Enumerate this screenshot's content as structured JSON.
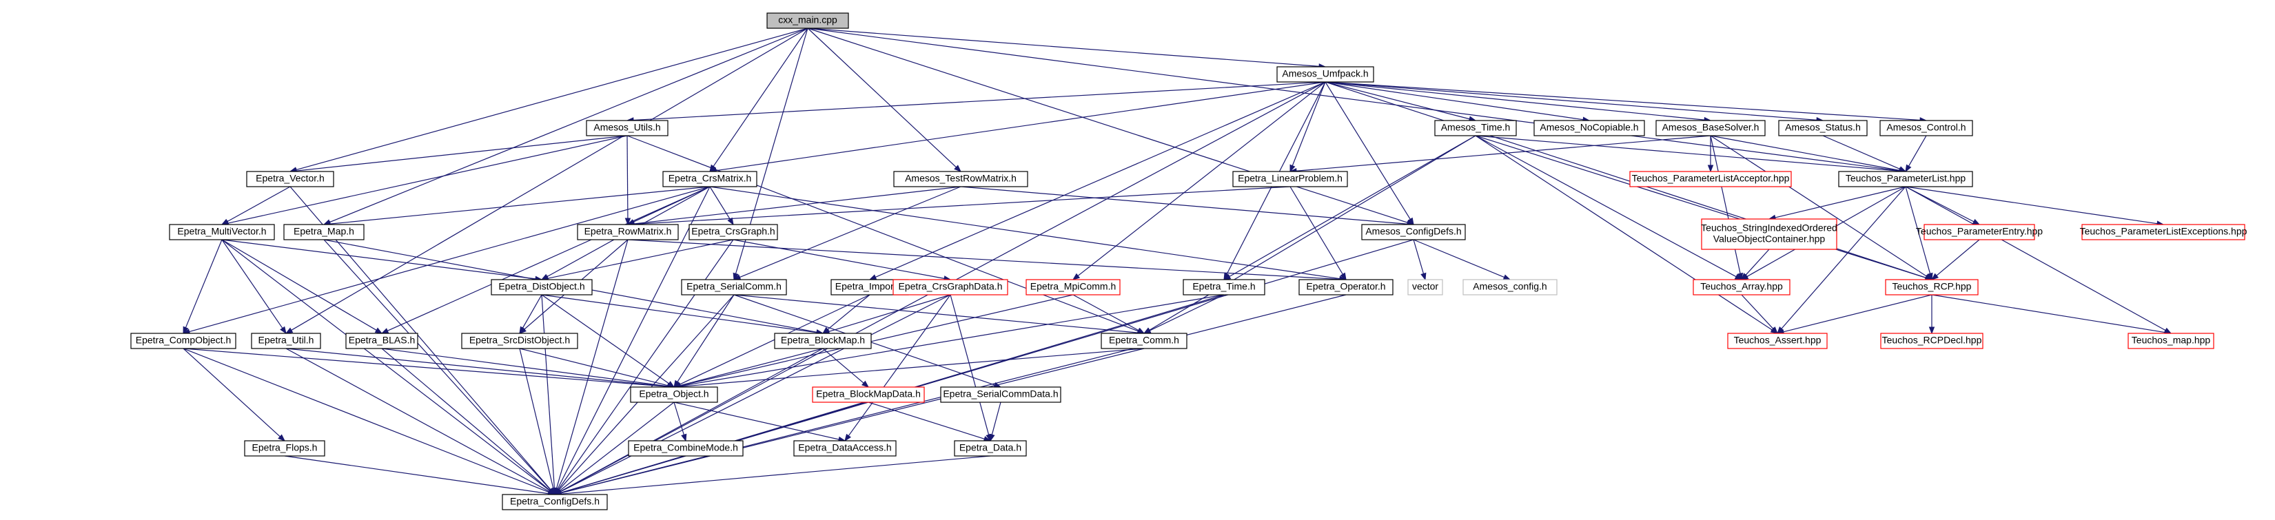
{
  "diagram": {
    "nodes": [
      {
        "id": "cxx_main",
        "lines": [
          "cxx_main.cpp"
        ],
        "style": "root"
      },
      {
        "id": "amesos_umfpack",
        "lines": [
          "Amesos_Umfpack.h"
        ],
        "style": "normal"
      },
      {
        "id": "amesos_utils",
        "lines": [
          "Amesos_Utils.h"
        ],
        "style": "normal"
      },
      {
        "id": "amesos_time",
        "lines": [
          "Amesos_Time.h"
        ],
        "style": "normal"
      },
      {
        "id": "amesos_nocopiable",
        "lines": [
          "Amesos_NoCopiable.h"
        ],
        "style": "normal"
      },
      {
        "id": "amesos_basesolver",
        "lines": [
          "Amesos_BaseSolver.h"
        ],
        "style": "normal"
      },
      {
        "id": "amesos_status",
        "lines": [
          "Amesos_Status.h"
        ],
        "style": "normal"
      },
      {
        "id": "amesos_control",
        "lines": [
          "Amesos_Control.h"
        ],
        "style": "normal"
      },
      {
        "id": "epetra_vector",
        "lines": [
          "Epetra_Vector.h"
        ],
        "style": "normal"
      },
      {
        "id": "epetra_crsmatrix",
        "lines": [
          "Epetra_CrsMatrix.h"
        ],
        "style": "normal"
      },
      {
        "id": "amesos_testrowmatrix",
        "lines": [
          "Amesos_TestRowMatrix.h"
        ],
        "style": "normal"
      },
      {
        "id": "epetra_linearproblem",
        "lines": [
          "Epetra_LinearProblem.h"
        ],
        "style": "normal"
      },
      {
        "id": "teuchos_plaa",
        "lines": [
          "Teuchos_ParameterListAcceptor.hpp"
        ],
        "style": "missing"
      },
      {
        "id": "teuchos_parameterlist",
        "lines": [
          "Teuchos_ParameterList.hpp"
        ],
        "style": "normal"
      },
      {
        "id": "epetra_multivector",
        "lines": [
          "Epetra_MultiVector.h"
        ],
        "style": "normal"
      },
      {
        "id": "epetra_map",
        "lines": [
          "Epetra_Map.h"
        ],
        "style": "normal"
      },
      {
        "id": "epetra_rowmatrix",
        "lines": [
          "Epetra_RowMatrix.h"
        ],
        "style": "normal"
      },
      {
        "id": "epetra_crsgraph",
        "lines": [
          "Epetra_CrsGraph.h"
        ],
        "style": "normal"
      },
      {
        "id": "amesos_configdefs",
        "lines": [
          "Amesos_ConfigDefs.h"
        ],
        "style": "normal"
      },
      {
        "id": "teuchos_siovoc",
        "lines": [
          "Teuchos_StringIndexedOrdered",
          "ValueObjectContainer.hpp"
        ],
        "style": "missing"
      },
      {
        "id": "teuchos_parameterentry",
        "lines": [
          "Teuchos_ParameterEntry.hpp"
        ],
        "style": "missing"
      },
      {
        "id": "teuchos_plexceptions",
        "lines": [
          "Teuchos_ParameterListExceptions.hpp"
        ],
        "style": "missing"
      },
      {
        "id": "vector",
        "lines": [
          "vector"
        ],
        "style": "grey"
      },
      {
        "id": "amesos_config",
        "lines": [
          "Amesos_config.h"
        ],
        "style": "grey"
      },
      {
        "id": "epetra_distobject",
        "lines": [
          "Epetra_DistObject.h"
        ],
        "style": "normal"
      },
      {
        "id": "epetra_serialcomm",
        "lines": [
          "Epetra_SerialComm.h"
        ],
        "style": "normal"
      },
      {
        "id": "epetra_import",
        "lines": [
          "Epetra_Import.h"
        ],
        "style": "normal"
      },
      {
        "id": "epetra_crsgraphdata",
        "lines": [
          "Epetra_CrsGraphData.h"
        ],
        "style": "missing"
      },
      {
        "id": "epetra_mpicomm",
        "lines": [
          "Epetra_MpiComm.h"
        ],
        "style": "missing"
      },
      {
        "id": "epetra_time",
        "lines": [
          "Epetra_Time.h"
        ],
        "style": "normal"
      },
      {
        "id": "epetra_operator",
        "lines": [
          "Epetra_Operator.h"
        ],
        "style": "normal"
      },
      {
        "id": "teuchos_array",
        "lines": [
          "Teuchos_Array.hpp"
        ],
        "style": "missing"
      },
      {
        "id": "teuchos_rcp",
        "lines": [
          "Teuchos_RCP.hpp"
        ],
        "style": "missing"
      },
      {
        "id": "epetra_compobject",
        "lines": [
          "Epetra_CompObject.h"
        ],
        "style": "normal"
      },
      {
        "id": "epetra_util",
        "lines": [
          "Epetra_Util.h"
        ],
        "style": "normal"
      },
      {
        "id": "epetra_blas",
        "lines": [
          "Epetra_BLAS.h"
        ],
        "style": "normal"
      },
      {
        "id": "epetra_srcdistobject",
        "lines": [
          "Epetra_SrcDistObject.h"
        ],
        "style": "normal"
      },
      {
        "id": "epetra_blockmap",
        "lines": [
          "Epetra_BlockMap.h"
        ],
        "style": "normal"
      },
      {
        "id": "epetra_comm",
        "lines": [
          "Epetra_Comm.h"
        ],
        "style": "normal"
      },
      {
        "id": "teuchos_assert",
        "lines": [
          "Teuchos_Assert.hpp"
        ],
        "style": "missing"
      },
      {
        "id": "teuchos_rcpdecl",
        "lines": [
          "Teuchos_RCPDecl.hpp"
        ],
        "style": "missing"
      },
      {
        "id": "teuchos_map",
        "lines": [
          "Teuchos_map.hpp"
        ],
        "style": "missing"
      },
      {
        "id": "epetra_object",
        "lines": [
          "Epetra_Object.h"
        ],
        "style": "normal"
      },
      {
        "id": "epetra_blockmapdata",
        "lines": [
          "Epetra_BlockMapData.h"
        ],
        "style": "missing"
      },
      {
        "id": "epetra_serialcommdata",
        "lines": [
          "Epetra_SerialCommData.h"
        ],
        "style": "normal"
      },
      {
        "id": "epetra_flops",
        "lines": [
          "Epetra_Flops.h"
        ],
        "style": "normal"
      },
      {
        "id": "epetra_combinemode",
        "lines": [
          "Epetra_CombineMode.h"
        ],
        "style": "normal"
      },
      {
        "id": "epetra_dataaccess",
        "lines": [
          "Epetra_DataAccess.h"
        ],
        "style": "normal"
      },
      {
        "id": "epetra_data",
        "lines": [
          "Epetra_Data.h"
        ],
        "style": "normal"
      },
      {
        "id": "epetra_configdefs",
        "lines": [
          "Epetra_ConfigDefs.h"
        ],
        "style": "normal"
      }
    ],
    "edges": [
      [
        "cxx_main",
        "amesos_umfpack"
      ],
      [
        "cxx_main",
        "epetra_vector"
      ],
      [
        "cxx_main",
        "epetra_crsmatrix"
      ],
      [
        "cxx_main",
        "amesos_testrowmatrix"
      ],
      [
        "cxx_main",
        "epetra_map"
      ],
      [
        "cxx_main",
        "amesos_configdefs"
      ],
      [
        "cxx_main",
        "epetra_serialcomm"
      ],
      [
        "cxx_main",
        "epetra_util"
      ],
      [
        "cxx_main",
        "teuchos_parameterlist"
      ],
      [
        "amesos_umfpack",
        "amesos_utils"
      ],
      [
        "amesos_umfpack",
        "amesos_time"
      ],
      [
        "amesos_umfpack",
        "amesos_nocopiable"
      ],
      [
        "amesos_umfpack",
        "amesos_basesolver"
      ],
      [
        "amesos_umfpack",
        "amesos_status"
      ],
      [
        "amesos_umfpack",
        "amesos_control"
      ],
      [
        "amesos_umfpack",
        "epetra_crsmatrix"
      ],
      [
        "amesos_umfpack",
        "epetra_linearproblem"
      ],
      [
        "amesos_umfpack",
        "amesos_configdefs"
      ],
      [
        "amesos_umfpack",
        "epetra_import"
      ],
      [
        "amesos_umfpack",
        "epetra_mpicomm"
      ],
      [
        "amesos_umfpack",
        "epetra_time"
      ],
      [
        "amesos_umfpack",
        "teuchos_rcp"
      ],
      [
        "amesos_umfpack",
        "epetra_configdefs"
      ],
      [
        "amesos_utils",
        "epetra_vector"
      ],
      [
        "amesos_utils",
        "epetra_multivector"
      ],
      [
        "amesos_utils",
        "epetra_rowmatrix"
      ],
      [
        "amesos_utils",
        "epetra_comm"
      ],
      [
        "amesos_time",
        "epetra_time"
      ],
      [
        "amesos_time",
        "teuchos_array"
      ],
      [
        "amesos_time",
        "teuchos_rcp"
      ],
      [
        "amesos_time",
        "teuchos_assert"
      ],
      [
        "amesos_time",
        "epetra_comm"
      ],
      [
        "amesos_time",
        "teuchos_parameterlist"
      ],
      [
        "amesos_basesolver",
        "teuchos_parameterlist"
      ],
      [
        "amesos_basesolver",
        "teuchos_plaa"
      ],
      [
        "amesos_basesolver",
        "epetra_linearproblem"
      ],
      [
        "amesos_basesolver",
        "teuchos_rcp"
      ],
      [
        "amesos_basesolver",
        "teuchos_array"
      ],
      [
        "amesos_status",
        "teuchos_parameterlist"
      ],
      [
        "amesos_control",
        "teuchos_parameterlist"
      ],
      [
        "epetra_vector",
        "epetra_multivector"
      ],
      [
        "epetra_vector",
        "epetra_configdefs"
      ],
      [
        "epetra_crsmatrix",
        "epetra_map"
      ],
      [
        "epetra_crsmatrix",
        "epetra_rowmatrix"
      ],
      [
        "epetra_crsmatrix",
        "epetra_crsgraph"
      ],
      [
        "epetra_crsmatrix",
        "epetra_distobject"
      ],
      [
        "epetra_crsmatrix",
        "epetra_compobject"
      ],
      [
        "epetra_crsmatrix",
        "epetra_blas"
      ],
      [
        "epetra_crsmatrix",
        "epetra_operator"
      ],
      [
        "epetra_crsmatrix",
        "epetra_configdefs"
      ],
      [
        "amesos_testrowmatrix",
        "epetra_rowmatrix"
      ],
      [
        "amesos_testrowmatrix",
        "epetra_serialcomm"
      ],
      [
        "amesos_testrowmatrix",
        "amesos_configdefs"
      ],
      [
        "epetra_linearproblem",
        "epetra_rowmatrix"
      ],
      [
        "epetra_linearproblem",
        "epetra_operator"
      ],
      [
        "teuchos_parameterlist",
        "teuchos_siovoc"
      ],
      [
        "teuchos_parameterlist",
        "teuchos_parameterentry"
      ],
      [
        "teuchos_parameterlist",
        "teuchos_plexceptions"
      ],
      [
        "teuchos_parameterlist",
        "teuchos_rcp"
      ],
      [
        "teuchos_parameterlist",
        "teuchos_assert"
      ],
      [
        "teuchos_parameterlist",
        "teuchos_map"
      ],
      [
        "teuchos_parameterlist",
        "teuchos_array"
      ],
      [
        "epetra_multivector",
        "epetra_distobject"
      ],
      [
        "epetra_multivector",
        "epetra_compobject"
      ],
      [
        "epetra_multivector",
        "epetra_blas"
      ],
      [
        "epetra_multivector",
        "epetra_util"
      ],
      [
        "epetra_multivector",
        "epetra_configdefs"
      ],
      [
        "epetra_map",
        "epetra_blockmap"
      ],
      [
        "epetra_map",
        "epetra_configdefs"
      ],
      [
        "epetra_rowmatrix",
        "epetra_operator"
      ],
      [
        "epetra_rowmatrix",
        "epetra_srcdistobject"
      ],
      [
        "epetra_rowmatrix",
        "epetra_configdefs"
      ],
      [
        "epetra_crsgraph",
        "epetra_distobject"
      ],
      [
        "epetra_crsgraph",
        "epetra_crsgraphdata"
      ],
      [
        "epetra_crsgraph",
        "epetra_configdefs"
      ],
      [
        "amesos_configdefs",
        "vector"
      ],
      [
        "amesos_configdefs",
        "amesos_config"
      ],
      [
        "amesos_configdefs",
        "epetra_configdefs"
      ],
      [
        "teuchos_siovoc",
        "teuchos_array"
      ],
      [
        "teuchos_parameterentry",
        "teuchos_rcp"
      ],
      [
        "epetra_distobject",
        "epetra_object"
      ],
      [
        "epetra_distobject",
        "epetra_srcdistobject"
      ],
      [
        "epetra_distobject",
        "epetra_blockmap"
      ],
      [
        "epetra_distobject",
        "epetra_configdefs"
      ],
      [
        "epetra_serialcomm",
        "epetra_object"
      ],
      [
        "epetra_serialcomm",
        "epetra_comm"
      ],
      [
        "epetra_serialcomm",
        "epetra_serialcommdata"
      ],
      [
        "epetra_serialcomm",
        "epetra_configdefs"
      ],
      [
        "epetra_import",
        "epetra_object"
      ],
      [
        "epetra_import",
        "epetra_blockmap"
      ],
      [
        "epetra_crsgraphdata",
        "epetra_blockmap"
      ],
      [
        "epetra_crsgraphdata",
        "epetra_data"
      ],
      [
        "epetra_crsgraphdata",
        "epetra_dataaccess"
      ],
      [
        "epetra_crsgraphdata",
        "epetra_configdefs"
      ],
      [
        "epetra_mpicomm",
        "epetra_comm"
      ],
      [
        "epetra_mpicomm",
        "epetra_object"
      ],
      [
        "epetra_time",
        "epetra_comm"
      ],
      [
        "epetra_time",
        "epetra_object"
      ],
      [
        "epetra_time",
        "epetra_configdefs"
      ],
      [
        "epetra_operator",
        "epetra_configdefs"
      ],
      [
        "teuchos_array",
        "teuchos_assert"
      ],
      [
        "teuchos_rcp",
        "teuchos_assert"
      ],
      [
        "teuchos_rcp",
        "teuchos_rcpdecl"
      ],
      [
        "teuchos_rcp",
        "teuchos_map"
      ],
      [
        "epetra_compobject",
        "epetra_flops"
      ],
      [
        "epetra_compobject",
        "epetra_object"
      ],
      [
        "epetra_compobject",
        "epetra_configdefs"
      ],
      [
        "epetra_util",
        "epetra_object"
      ],
      [
        "epetra_util",
        "epetra_configdefs"
      ],
      [
        "epetra_blas",
        "epetra_object"
      ],
      [
        "epetra_blas",
        "epetra_configdefs"
      ],
      [
        "epetra_srcdistobject",
        "epetra_object"
      ],
      [
        "epetra_srcdistobject",
        "epetra_configdefs"
      ],
      [
        "epetra_blockmap",
        "epetra_object"
      ],
      [
        "epetra_blockmap",
        "epetra_blockmapdata"
      ],
      [
        "epetra_blockmap",
        "epetra_configdefs"
      ],
      [
        "epetra_comm",
        "epetra_object"
      ],
      [
        "epetra_comm",
        "epetra_configdefs"
      ],
      [
        "epetra_object",
        "epetra_combinemode"
      ],
      [
        "epetra_object",
        "epetra_dataaccess"
      ],
      [
        "epetra_object",
        "epetra_configdefs"
      ],
      [
        "epetra_blockmapdata",
        "epetra_data"
      ],
      [
        "epetra_blockmapdata",
        "epetra_configdefs"
      ],
      [
        "epetra_serialcommdata",
        "epetra_data"
      ],
      [
        "epetra_flops",
        "epetra_configdefs"
      ],
      [
        "epetra_data",
        "epetra_configdefs"
      ]
    ]
  }
}
